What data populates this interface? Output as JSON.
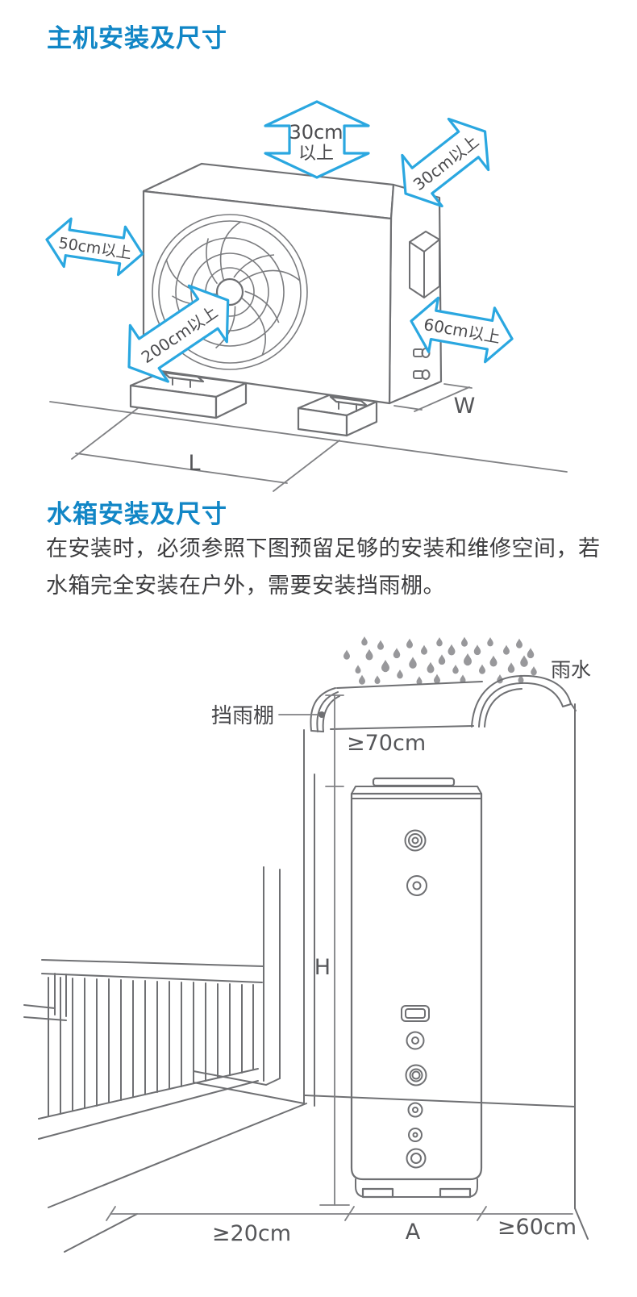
{
  "colors": {
    "title_blue": "#1186c6",
    "arrow_blue": "#2aa7e0",
    "line_gray": "#6f7073",
    "text_dark": "#3d3d3f"
  },
  "main_unit_section": {
    "title": "主机安装及尺寸",
    "clearances": {
      "top_value": "30cm",
      "top_suffix": "以上",
      "back": "30cm以上",
      "left": "50cm以上",
      "front": "200cm以上",
      "right": "60cm以上"
    },
    "dimensions": {
      "length": "L",
      "width": "W"
    }
  },
  "tank_section": {
    "title": "水箱安装及尺寸",
    "note": "在安装时，必须参照下图预留足够的安装和维修空间，若水箱完全安装在户外，需要安装挡雨棚。",
    "labels": {
      "rain": "雨水",
      "canopy": "挡雨棚",
      "canopy_clearance": "≥70cm",
      "height": "H",
      "tank_width": "A",
      "left_clearance": "≥20cm",
      "right_clearance": "≥60cm"
    }
  }
}
